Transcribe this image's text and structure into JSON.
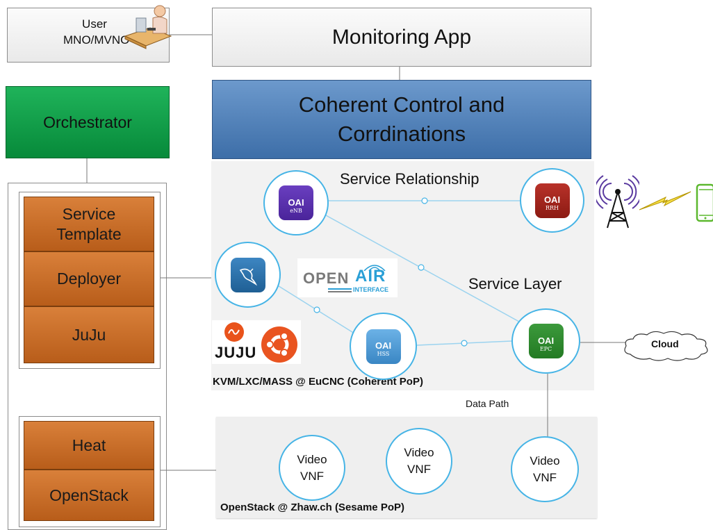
{
  "user": {
    "line1": "User",
    "line2": "MNO/MVNO"
  },
  "monitoring": {
    "label": "Monitoring App"
  },
  "coherent": {
    "line1": "Coherent Control and",
    "line2": "Corrdinations"
  },
  "orchestrator": {
    "label": "Orchestrator"
  },
  "left_stack": {
    "service_template_1": "Service",
    "service_template_2": "Template",
    "deployer": "Deployer",
    "juju": "JuJu",
    "heat": "Heat",
    "openstack": "OpenStack"
  },
  "service_panel": {
    "relationship_label": "Service Relationship",
    "layer_label": "Service Layer",
    "footer": "KVM/LXC/MASS @ EuCNC (Coherent PoP)",
    "data_path": "Data Path"
  },
  "nodes": {
    "enb": {
      "top": "OAI",
      "sub": "eNB"
    },
    "rrh": {
      "top": "OAI",
      "sub": "RRH"
    },
    "hss": {
      "top": "OAI",
      "sub": "HSS"
    },
    "epc": {
      "top": "OAI",
      "sub": "EPC"
    }
  },
  "logos": {
    "openair_open": "OPEN",
    "openair_air": "AIR",
    "openair_interface": "INTERFACE",
    "juju": "JUJU"
  },
  "cloud": {
    "label": "Cloud"
  },
  "openstack_panel": {
    "footer": "OpenStack @ Zhaw.ch (Sesame PoP)",
    "vnfs": [
      {
        "line1": "Video",
        "line2": "VNF"
      },
      {
        "line1": "Video",
        "line2": "VNF"
      },
      {
        "line1": "Video",
        "line2": "VNF"
      }
    ]
  },
  "colors": {
    "orchestrator_green": "#0d9e47",
    "coherent_blue": "#4f81bd",
    "node_ring": "#46b4e6",
    "block_orange": "#c4692a",
    "antenna_purple": "#5a3aa0",
    "bolt_yellow": "#d2b400",
    "phone_green": "#5cb82e"
  }
}
